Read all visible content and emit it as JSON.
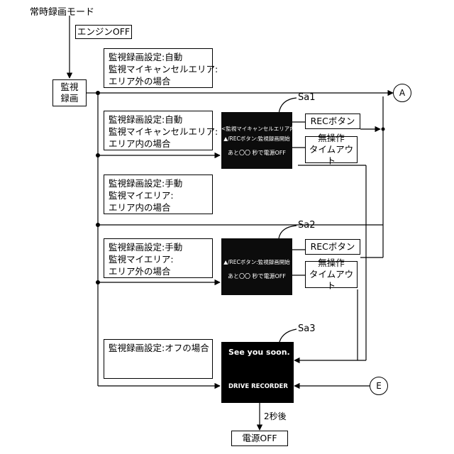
{
  "title": "常時録画モード",
  "engine_off": "エンジンOFF",
  "monitor_record": [
    "監視",
    "録画"
  ],
  "conditions": {
    "auto_outside": [
      "監視録画設定:自動",
      "監視マイキャンセルエリア:",
      "エリア外の場合"
    ],
    "auto_inside": [
      "監視録画設定:自動",
      "監視マイキャンセルエリア:",
      "エリア内の場合"
    ],
    "manual_inside": [
      "監視録画設定:手動",
      "監視マイエリア:",
      "エリア内の場合"
    ],
    "manual_outside": [
      "監視録画設定:手動",
      "監視マイエリア:",
      "エリア外の場合"
    ],
    "off": [
      "監視録画設定:オフの場合"
    ]
  },
  "screens": {
    "sa1": {
      "label": "Sa1",
      "lines": [
        "<監視マイキャンセルエリア内>",
        "▲/RECボタン:監視録画開始",
        "あと〇〇 秒で電源OFF"
      ]
    },
    "sa2": {
      "label": "Sa2",
      "lines": [
        "▲/RECボタン:監視録画開始",
        "あと〇〇 秒で電源OFF"
      ]
    },
    "sa3": {
      "label": "Sa3",
      "lines": [
        "See you soon.",
        "DRIVE RECORDER"
      ]
    }
  },
  "buttons": {
    "rec1": "RECボタン",
    "timeout1": [
      "無操作",
      "タイムアウト"
    ],
    "rec2": "RECボタン",
    "timeout2": [
      "無操作",
      "タイムアウト"
    ]
  },
  "connectors": {
    "a": "A",
    "e": "E"
  },
  "after_2s": "2秒後",
  "power_off": "電源OFF"
}
